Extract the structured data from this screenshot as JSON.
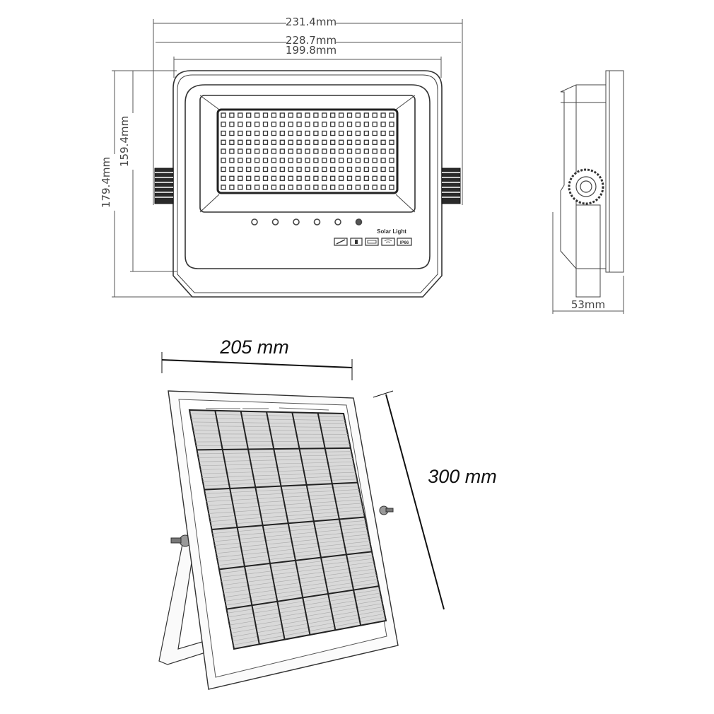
{
  "floodlight_front_view": {
    "dimensions": {
      "overall_width": "231.4mm",
      "body_width": "228.7mm",
      "panel_width": "199.8mm",
      "overall_height": "179.4mm",
      "body_height": "159.4mm"
    },
    "led_grid": {
      "columns": 21,
      "rows": 9
    },
    "indicator_dots": 6,
    "product_label": "Solar Light",
    "badge_icons": [
      "solar-panel-icon",
      "battery-icon",
      "remote-icon",
      "wifi-icon",
      "ip-rating-icon"
    ],
    "ip_badge": "IP66"
  },
  "floodlight_side_view": {
    "dimensions": {
      "depth": "53mm"
    }
  },
  "solar_panel_view": {
    "dimensions": {
      "width": "205 mm",
      "height": "300 mm"
    },
    "cell_grid": {
      "columns": 6,
      "rows": 6
    }
  }
}
